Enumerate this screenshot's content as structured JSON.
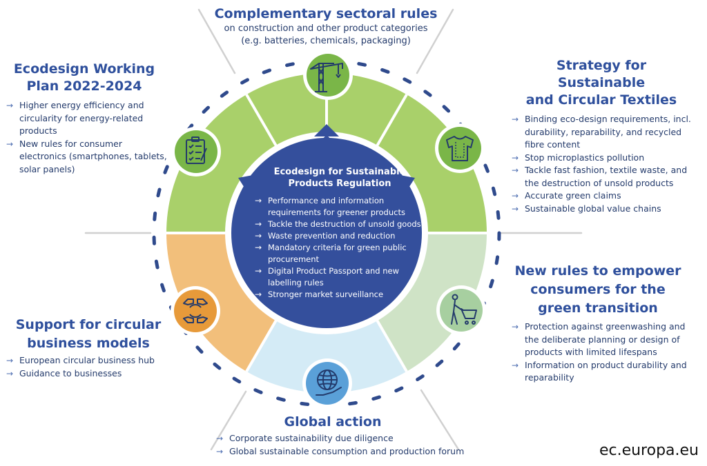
{
  "colors": {
    "title_blue": "#2e4f9c",
    "text_navy": "#233a6b",
    "center_blue": "#344f9c",
    "ring_green": "#a9d06a",
    "ring_orange": "#f2bf7b",
    "ring_light_blue": "#d4ebf6",
    "ring_light_green": "#cfe3c6",
    "icon_green": "#7ab648",
    "icon_orange": "#e79a3a",
    "icon_blue": "#5aa0d8",
    "icon_sage": "#a7cfa0",
    "dot_navy": "#2f4a8c"
  },
  "center": {
    "title": "Ecodesign for Sustainable Products Regulation",
    "items": [
      "Performance and information requirements for greener products",
      "Tackle the destruction of unsold goods",
      "Waste prevention and reduction",
      "Mandatory criteria for green public procurement",
      "Digital Product Passport and new labelling rules",
      "Stronger market surveillance"
    ]
  },
  "sectoral": {
    "title": "Complementary sectoral rules",
    "subtitle_1": "on construction and other product categories",
    "subtitle_2": "(e.g. batteries, chemicals, packaging)",
    "icon": "crane-icon"
  },
  "ecodesign_plan": {
    "title_1": "Ecodesign Working",
    "title_2": "Plan 2022-2024",
    "items": [
      "Higher energy efficiency and circularity for energy-related products",
      "New rules for consumer electronics  (smartphones, tablets, solar panels)"
    ],
    "icon": "clipboard-checklist-icon"
  },
  "textiles": {
    "title_1": "Strategy for Sustainable",
    "title_2": "and Circular Textiles",
    "items": [
      "Binding eco-design requirements, incl. durability, reparability, and recycled fibre content",
      "Stop microplastics pollution",
      "Tackle fast fashion, textile waste, and the destruction of unsold products",
      "Accurate green claims",
      "Sustainable global value chains"
    ],
    "icon": "tshirt-icon"
  },
  "consumers": {
    "title_1": "New rules to empower",
    "title_2": "consumers for the",
    "title_3": "green transition",
    "items": [
      "Protection against greenwashing and the deliberate planning or design of products with limited lifespans",
      "Information on product durability and reparability"
    ],
    "icon": "shopping-cart-person-icon"
  },
  "circular": {
    "title_1": "Support for circular",
    "title_2": "business models",
    "items": [
      "European circular business hub",
      "Guidance to businesses"
    ],
    "icon": "circular-hands-icon"
  },
  "global": {
    "title": "Global action",
    "items": [
      "Corporate sustainability due diligence",
      "Global sustainable consumption and production forum"
    ],
    "icon": "globe-hand-icon"
  },
  "source": "ec.europa.eu"
}
